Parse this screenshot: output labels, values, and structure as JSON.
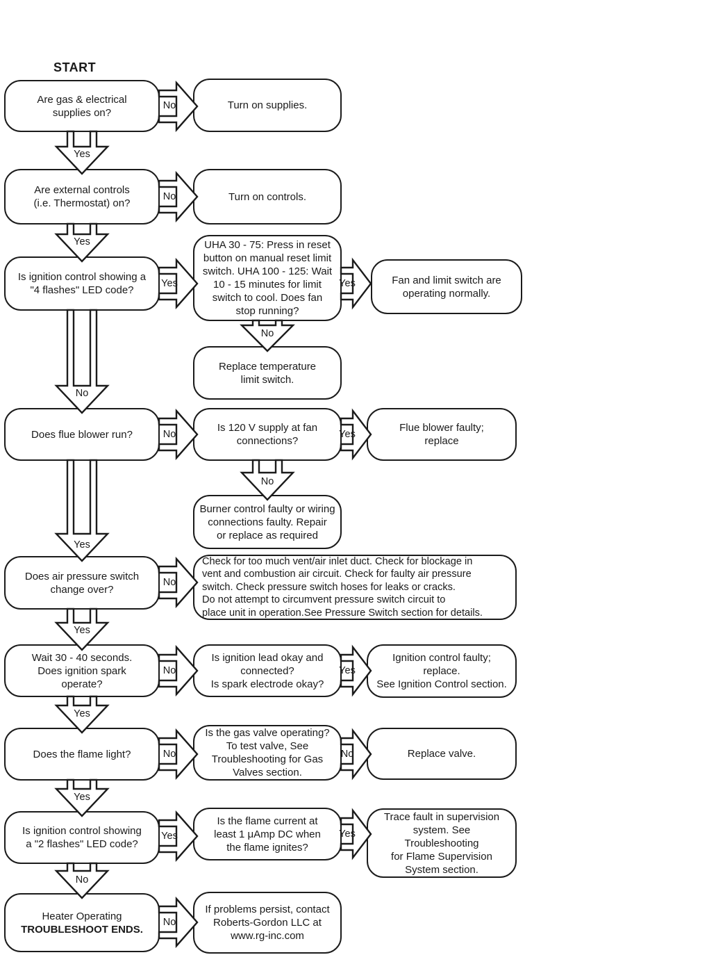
{
  "start_label": "START",
  "labels": {
    "yes": "Yes",
    "no": "No"
  },
  "nodes": {
    "q_supplies": [
      "Are gas & electrical",
      "supplies on?"
    ],
    "turn_on_supplies": [
      "Turn on supplies."
    ],
    "q_controls": [
      "Are external controls",
      "(i.e. Thermostat) on?"
    ],
    "turn_on_controls": [
      "Turn on controls."
    ],
    "q_4flashes": [
      "Is ignition control showing a",
      "\"4 flashes\" LED code?"
    ],
    "uha_reset": [
      "UHA 30 - 75: Press in reset",
      "button on manual reset limit",
      "switch. UHA 100 - 125: Wait",
      "10 - 15 minutes for limit",
      "switch to cool. Does fan",
      "stop running?"
    ],
    "fan_limit_ok": [
      "Fan and limit switch are",
      "operating normally."
    ],
    "replace_limit_switch": [
      "Replace temperature",
      "limit switch."
    ],
    "q_flue_blower": [
      "Does flue blower run?"
    ],
    "q_120v": [
      "Is 120 V supply at fan",
      "connections?"
    ],
    "flue_blower_faulty": [
      "Flue blower faulty;",
      "replace"
    ],
    "burner_control_faulty": [
      "Burner control faulty or wiring",
      "connections faulty. Repair",
      "or replace as required"
    ],
    "q_air_pressure": [
      "Does air pressure switch",
      "change over?"
    ],
    "check_vent": [
      "Check for too much vent/air inlet duct. Check for blockage in",
      "vent and combustion air circuit. Check for faulty air pressure",
      "switch. Check pressure switch hoses for leaks or cracks.",
      "Do not attempt to circumvent pressure switch circuit to",
      "place unit in operation.See Pressure Switch section for details."
    ],
    "q_spark": [
      "Wait 30 - 40 seconds.",
      "Does ignition spark",
      "operate?"
    ],
    "q_ignition_lead": [
      "Is ignition lead okay and",
      "connected?",
      "Is spark electrode okay?"
    ],
    "ignition_control_faulty": [
      "Ignition control faulty;",
      "replace.",
      "See Ignition Control section."
    ],
    "q_flame_light": [
      "Does the flame light?"
    ],
    "q_gas_valve": [
      "Is the gas valve operating?",
      "To test valve, See",
      "Troubleshooting for Gas",
      "Valves section."
    ],
    "replace_valve": [
      "Replace valve."
    ],
    "q_2flashes": [
      "Is ignition control showing",
      "a \"2 flashes\" LED code?"
    ],
    "q_flame_current": [
      "Is the flame current at",
      "least 1 μAmp DC when",
      "the flame ignites?"
    ],
    "trace_fault": [
      "Trace fault in supervision",
      "system. See",
      "Troubleshooting",
      "for Flame Supervision",
      "System section."
    ],
    "heater_operating_line1": "Heater Operating",
    "heater_operating_line2": "TROUBLESHOOT ENDS.",
    "contact": [
      "If problems persist, contact",
      "Roberts-Gordon LLC at",
      "www.rg-inc.com"
    ]
  }
}
